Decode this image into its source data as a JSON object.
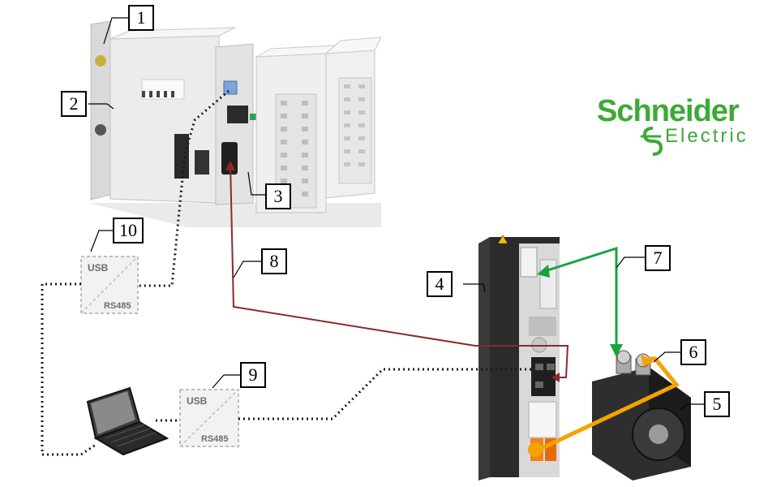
{
  "brand": {
    "line1": "Schneider",
    "line2": "Electric"
  },
  "callouts": [
    "1",
    "2",
    "3",
    "4",
    "5",
    "6",
    "7",
    "8",
    "9",
    "10"
  ],
  "converter_10": {
    "top": "USB",
    "bottom": "RS485"
  },
  "converter_9": {
    "top": "USB",
    "bottom": "RS485"
  },
  "colors": {
    "brand_green": "#3DAA35",
    "cable_8_red": "#8B2A2A",
    "cable_7_green": "#19A33C",
    "cable_6_yellow": "#F4A300",
    "serial_dotted": "#1a1a1a"
  },
  "icons": [
    "controller-rack",
    "servo-drive",
    "servo-motor",
    "laptop",
    "usb-rs485-converter"
  ]
}
